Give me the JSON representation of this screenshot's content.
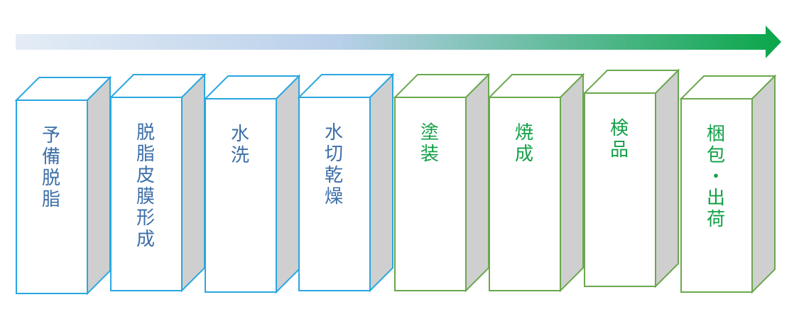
{
  "colors": {
    "blue_frame": "#2aa7e0",
    "green_frame": "#6aa84f",
    "side_fill": "#cfcfcf",
    "arrow_start": "#e4ecf6",
    "arrow_mid": "#b9d0ea",
    "arrow_end": "#0aa64a"
  },
  "steps": [
    {
      "label": "予備脱脂",
      "theme": "blue"
    },
    {
      "label": "脱脂皮膜形成",
      "theme": "blue"
    },
    {
      "label": "水洗",
      "theme": "blue"
    },
    {
      "label": "水切乾燥",
      "theme": "blue"
    },
    {
      "label": "塗装",
      "theme": "green"
    },
    {
      "label": "焼成",
      "theme": "green"
    },
    {
      "label": "検品",
      "theme": "green"
    },
    {
      "label": "梱包・出荷",
      "theme": "green"
    }
  ]
}
